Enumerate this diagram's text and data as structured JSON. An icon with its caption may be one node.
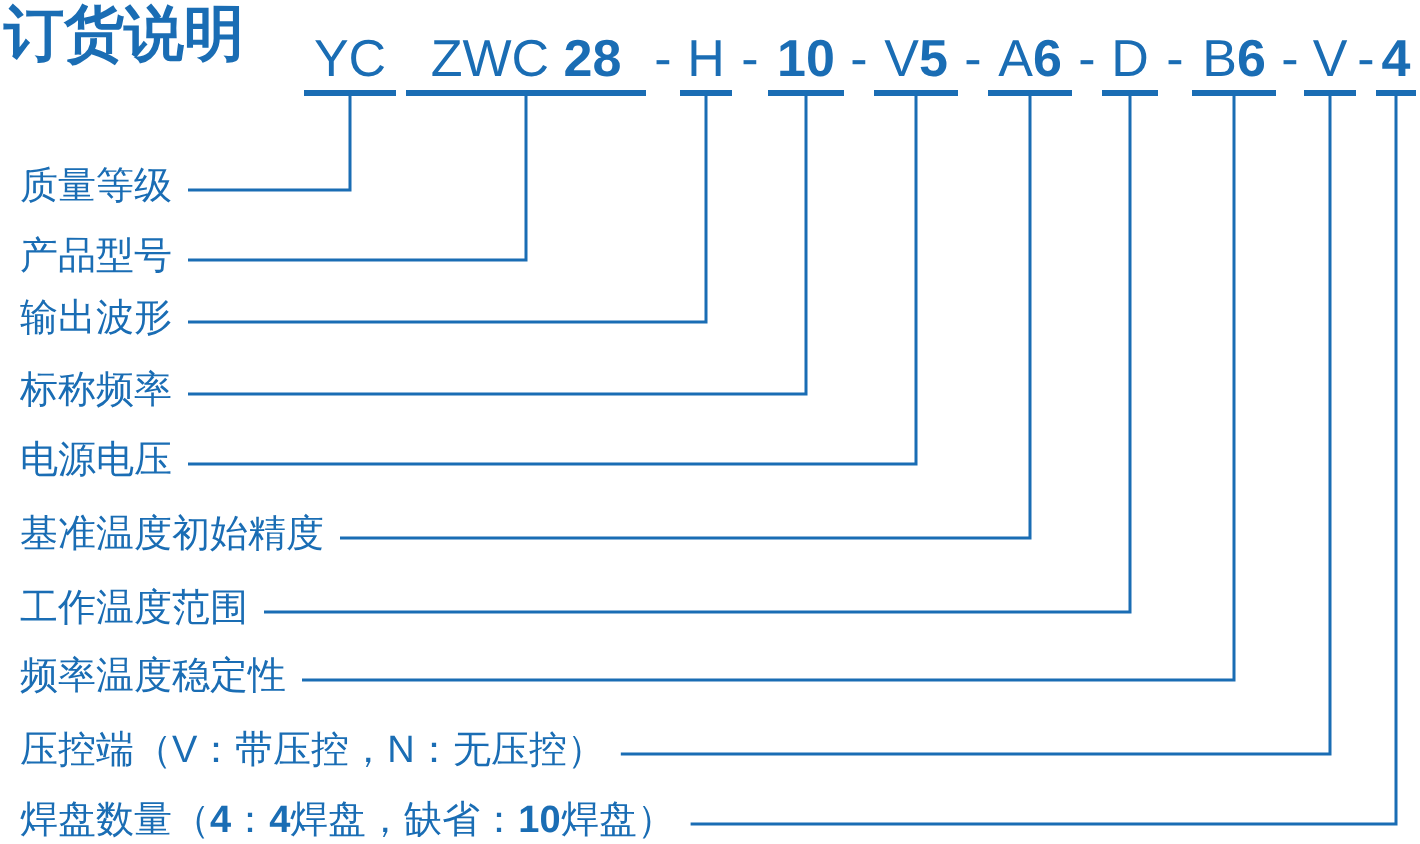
{
  "diagram": {
    "title": "订货说明",
    "nodes": [
      {
        "text": [
          "YC"
        ]
      },
      {
        "text": [
          "ZWC **28**"
        ]
      },
      {
        "text": [
          "H"
        ]
      },
      {
        "text": [
          "**10**"
        ]
      },
      {
        "text": [
          "V**5**"
        ]
      },
      {
        "text": [
          "A**6**"
        ]
      },
      {
        "text": [
          "D"
        ]
      },
      {
        "text": [
          "B**6**"
        ]
      },
      {
        "text": [
          "V"
        ]
      },
      {
        "text": [
          "**4**"
        ]
      },
      {
        "text": [
          "质量等级"
        ]
      },
      {
        "text": [
          "产品型号"
        ]
      },
      {
        "text": [
          "输出波形"
        ]
      },
      {
        "text": [
          "标称频率"
        ]
      },
      {
        "text": [
          "电源电压"
        ]
      },
      {
        "text": [
          "基准温度初始精度"
        ]
      },
      {
        "text": [
          "工作温度范围"
        ]
      },
      {
        "text": [
          "频率温度稳定性"
        ]
      },
      {
        "text": [
          "压控端（V：带压控，N：无压控）"
        ]
      },
      {
        "text": [
          "焊盘数量（**4**：**4**焊盘，缺省：**10**焊盘）"
        ]
      }
    ],
    "edges": [
      {
        "from": 10,
        "to": 0,
        "arrow": "none"
      },
      {
        "from": 11,
        "to": 1,
        "arrow": "none"
      },
      {
        "from": 12,
        "to": 2,
        "arrow": "none"
      },
      {
        "from": 13,
        "to": 3,
        "arrow": "none"
      },
      {
        "from": 14,
        "to": 4,
        "arrow": "none"
      },
      {
        "from": 15,
        "to": 5,
        "arrow": "none"
      },
      {
        "from": 16,
        "to": 6,
        "arrow": "none"
      },
      {
        "from": 17,
        "to": 7,
        "arrow": "none"
      },
      {
        "from": 18,
        "to": 8,
        "arrow": "none"
      },
      {
        "from": 19,
        "to": 9,
        "arrow": "none"
      }
    ],
    "labels": [
      "-",
      "-",
      "-",
      "-",
      "-",
      "-",
      "-",
      "-"
    ]
  }
}
